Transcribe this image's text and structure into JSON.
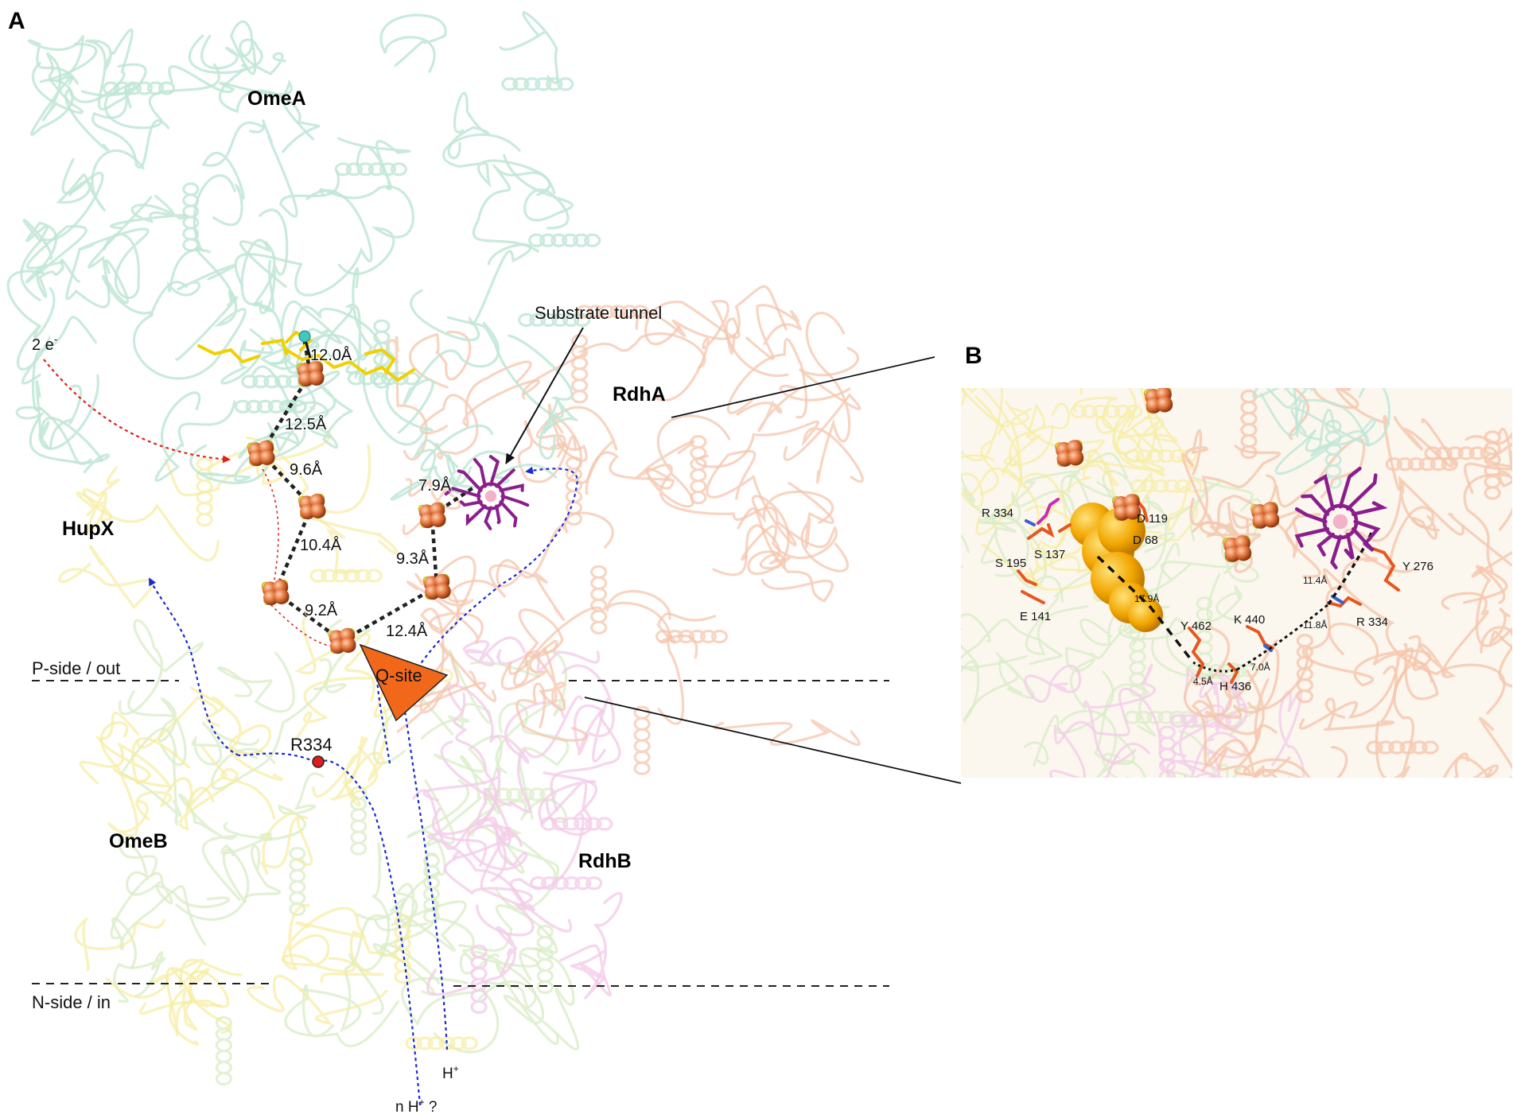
{
  "colors": {
    "omeA": "#4fb89a",
    "rdhA": "#e8733a",
    "hupX": "#d8c21a",
    "omeB": "#9ab826",
    "rdhB": "#d0464c",
    "ribbon_omeA": "#bfe6d6",
    "ribbon_rdhA": "#f6c6ad",
    "ribbon_hupX": "#f6eca0",
    "ribbon_omeB": "#d8ecc6",
    "ribbon_rdhB": "#f4cde8",
    "fes_cluster": "#e2733a",
    "cobalamin": "#8a1e8c",
    "qsite": "#f2681b",
    "tunnel": "#f2a600"
  },
  "panel_a": {
    "letter": "A",
    "chains": {
      "omeA": "OmeA",
      "rdhA": "RdhA",
      "hupX": "HupX",
      "omeB": "OmeB",
      "rdhB": "RdhB"
    },
    "distances": [
      "12.0Å",
      "12.5Å",
      "9.6Å",
      "10.4Å",
      "9.2Å",
      "7.9Å",
      "9.3Å",
      "12.4Å"
    ],
    "electron_label": "2 e",
    "electron_sup": "-",
    "substrate_tunnel": "Substrate tunnel",
    "q_site": "Q-site",
    "residue": "R334",
    "p_side": "P-side / out",
    "n_side": "N-side / in",
    "proton": "H",
    "proton_sup": "+",
    "n_proton_prefix": "n H",
    "n_proton_suffix": " ?"
  },
  "panel_b": {
    "letter": "B",
    "residues": {
      "r334_left": "R 334",
      "s137": "S 137",
      "s195": "S 195",
      "e141": "E 141",
      "d119": "D 119",
      "d68": "D 68",
      "y462": "Y 462",
      "k440": "K 440",
      "h436": "H 436",
      "y276": "Y 276",
      "r334_right": "R 334"
    },
    "distances": [
      "17.9Å",
      "11.4Å",
      "11.8Å",
      "7.0Å",
      "4.5Å"
    ]
  }
}
